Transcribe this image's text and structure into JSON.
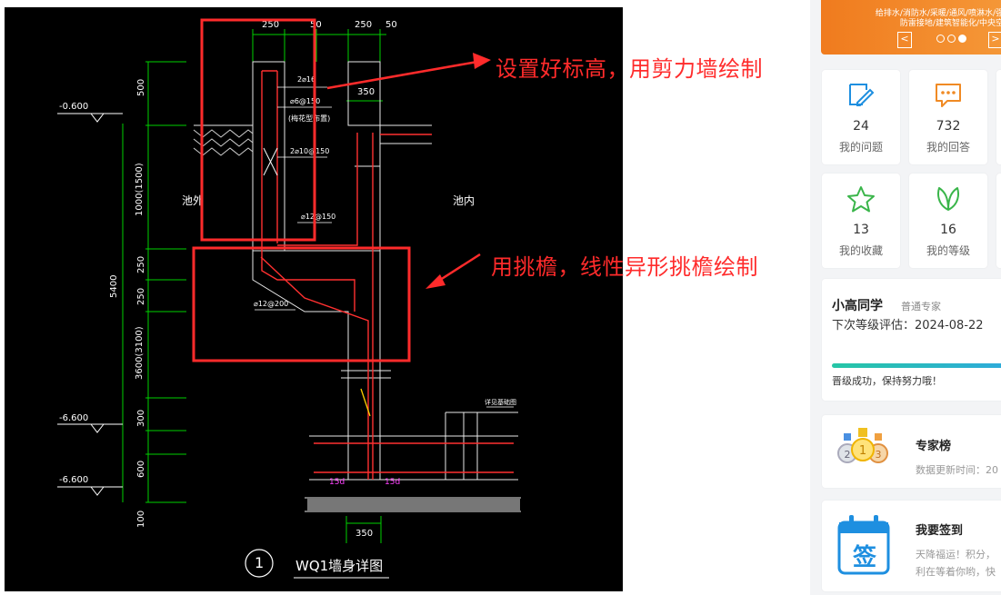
{
  "drawing": {
    "dims_top": [
      "250",
      "50",
      "250",
      "50"
    ],
    "dims_left": [
      "500",
      "1000(1500)",
      "5400",
      "250",
      "250",
      "3600(3100)",
      "300",
      "600",
      "100"
    ],
    "elevations": [
      "-0.600",
      "-6.600",
      "-6.600"
    ],
    "dim_350_top": "350",
    "dim_350_bottom": "350",
    "labels": {
      "outside": "池外",
      "inside": "池内",
      "rebar_top": "2⌀16",
      "rebar_2": "⌀6@150",
      "rebar_2b": "(梅花型布置)",
      "rebar_3": "2⌀10@150",
      "rebar_4": "⌀12@150",
      "rebar_5": "⌀12@200",
      "lap_left": "15d",
      "lap_right": "15d",
      "note_right": "详见基础图"
    },
    "title_number": "1",
    "title": "WQ1墙身详图"
  },
  "annotations": {
    "top": "设置好标高，用剪力墙绘制",
    "bottom": "用挑檐，线性异形挑檐绘制"
  },
  "sidebar": {
    "banner_line1": "给排水/消防水/采暖/通风/喷淋水/强电",
    "banner_line2": "防雷接地/建筑智能化/中央空调",
    "prev_arrow": "<",
    "next_arrow": ">",
    "stats": [
      {
        "value": "24",
        "label": "我的问题",
        "icon": "edit-icon",
        "color": "#1e8fe0"
      },
      {
        "value": "732",
        "label": "我的回答",
        "icon": "chat-icon",
        "color": "#f08a24"
      },
      {
        "value": "13",
        "label": "我的收藏",
        "icon": "star-icon",
        "color": "#3ab54a"
      },
      {
        "value": "16",
        "label": "我的等级",
        "icon": "leaf-icon",
        "color": "#3ab54a"
      }
    ],
    "user": {
      "name": "小高同学",
      "role": "普通专家",
      "next_eval": "下次等级评估：2024-08-22",
      "progress_msg": "晋级成功，保持努力哦！",
      "progress_fraction": 1.0
    },
    "experts": {
      "title": "专家榜",
      "subtitle": "数据更新时间：20"
    },
    "signin": {
      "title": "我要签到",
      "line1": "天降福运！积分，",
      "line2": "利在等着你哟，快",
      "icon_text": "签"
    }
  },
  "colors": {
    "annotation": "#ff2b2b",
    "cad_green": "#00ff00",
    "cad_red": "#ff3030",
    "cad_white": "#ffffff"
  }
}
